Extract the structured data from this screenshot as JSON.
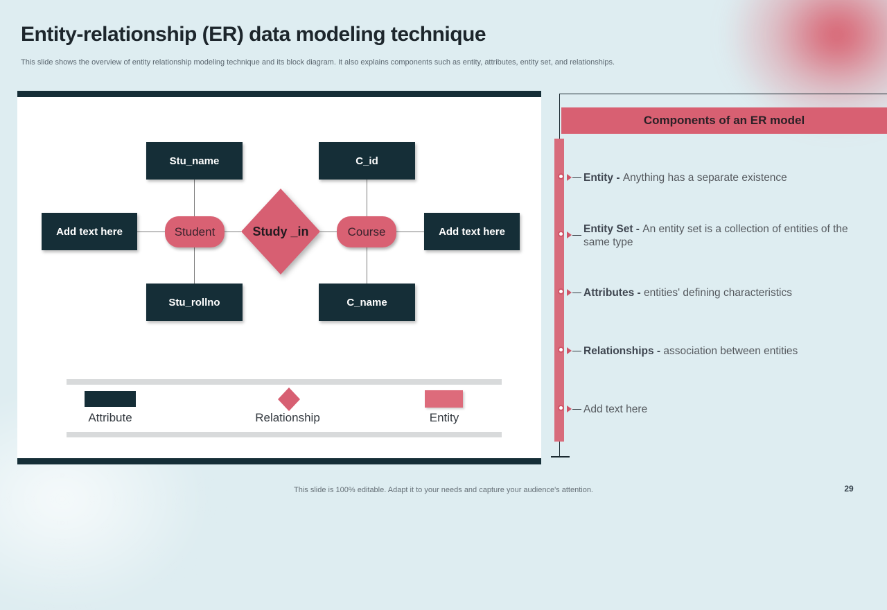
{
  "slide": {
    "title": "Entity-relationship (ER) data modeling technique",
    "subtitle": "This slide shows the overview of entity relationship modeling technique and its block diagram. It also explains components such as  entity, attributes, entity set, and relationships.",
    "footer": "This slide is 100% editable.  Adapt it to your needs and capture your audience's attention.",
    "page_number": "29"
  },
  "colors": {
    "background": "#deedf1",
    "dark_teal": "#152e37",
    "pink": "#d86072",
    "panel_white": "#ffffff",
    "legend_bar_gray": "#d8dadb"
  },
  "diagram": {
    "top_attributes": [
      "Stu_name",
      "C_id"
    ],
    "bottom_attributes": [
      "Stu_rollno",
      "C_name"
    ],
    "entities": [
      "Student",
      "Course"
    ],
    "relationship": "Study _in",
    "placeholders": [
      "Add text here",
      "Add text here"
    ],
    "legend": [
      {
        "label": "Attribute",
        "shape": "dark-rectangle"
      },
      {
        "label": "Relationship",
        "shape": "pink-diamond"
      },
      {
        "label": "Entity",
        "shape": "pink-rectangle"
      }
    ]
  },
  "panel": {
    "header": "Components of an ER model",
    "items": [
      {
        "term": "Entity - ",
        "description": "Anything has a separate existence"
      },
      {
        "term": "Entity Set - ",
        "description": "An entity set is a collection of entities of the same type"
      },
      {
        "term": "Attributes - ",
        "description": "entities' defining characteristics"
      },
      {
        "term": "Relationships - ",
        "description": "association between entities"
      },
      {
        "term": "",
        "description": "Add text here"
      }
    ]
  }
}
